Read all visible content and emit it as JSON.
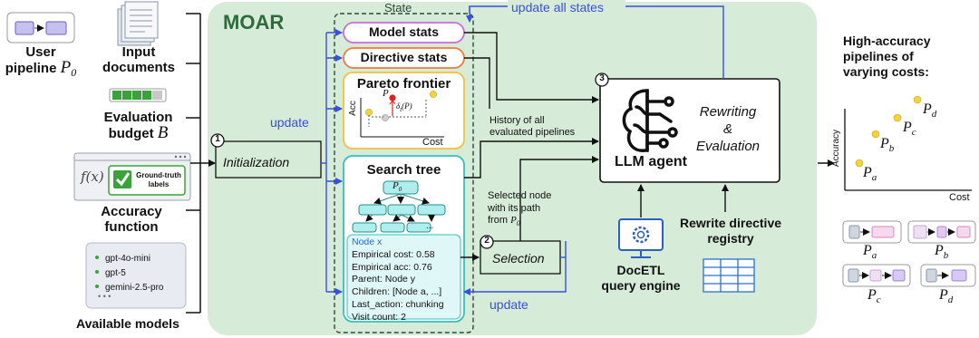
{
  "left": {
    "user_pipeline": {
      "label": "User",
      "label2": "pipeline",
      "symbol": "P",
      "subscript": "0"
    },
    "input_documents": {
      "line1": "Input",
      "line2": "documents"
    },
    "evaluation_budget": {
      "line1": "Evaluation",
      "line2": "budget",
      "symbol": "B"
    },
    "accuracy_function": {
      "fx": "f(x)",
      "gt_line1": "Ground-truth",
      "gt_line2": "labels",
      "line1": "Accuracy",
      "line2": "function"
    },
    "models": {
      "items": [
        "gpt-4o-mini",
        "gpt-5",
        "gemini-2.5-pro"
      ],
      "more": "• • •",
      "caption": "Available models"
    }
  },
  "moar": {
    "title": "MOAR",
    "state_label": "State",
    "model_stats": "Model stats",
    "directive_stats": "Directive stats",
    "pareto": {
      "title": "Pareto frontier",
      "ylabel": "Acc",
      "xlabel": "Cost",
      "p": "P",
      "delta": "δ",
      "delta_sub": "t",
      "delta_arg": "(P)"
    },
    "search_tree": {
      "title": "Search tree",
      "root": "P",
      "root_sub": "0",
      "ellipsis": "..."
    },
    "node": {
      "title": "Node x",
      "lines": [
        "Empirical cost: 0.58",
        "Empirical acc: 0.76",
        "Parent: Node y",
        "Children: [Node a, ...]",
        "Last_action: chunking",
        "Visit count: 2"
      ]
    },
    "initialization": {
      "num": "1",
      "label": "Initialization"
    },
    "selection": {
      "num": "2",
      "label": "Selection"
    },
    "update_left": "update",
    "update_bottom": "update",
    "update_all": "update all states",
    "history": {
      "line1": "History of all",
      "line2": "evaluated pipelines"
    },
    "selected": {
      "line1": "Selected node",
      "line2": "with its path",
      "line3": "from",
      "sym": "P",
      "sub": "0"
    },
    "agent": {
      "num": "3",
      "label": "LLM agent",
      "side1": "Rewriting",
      "side2": "&",
      "side3": "Evaluation"
    },
    "docetl": {
      "line1": "DocETL",
      "line2": "query engine"
    },
    "registry": {
      "line1": "Rewrite directive",
      "line2": "registry"
    }
  },
  "right": {
    "title": {
      "line1": "High-accuracy",
      "line2": "pipelines of",
      "line3": "varying costs:"
    },
    "chart": {
      "ylabel": "Accuracy",
      "xlabel": "Cost",
      "points": [
        {
          "name": "P",
          "sub": "a"
        },
        {
          "name": "P",
          "sub": "b"
        },
        {
          "name": "P",
          "sub": "c"
        },
        {
          "name": "P",
          "sub": "d"
        }
      ]
    },
    "pipelines": [
      {
        "name": "P",
        "sub": "a"
      },
      {
        "name": "P",
        "sub": "b"
      },
      {
        "name": "P",
        "sub": "c"
      },
      {
        "name": "P",
        "sub": "d"
      }
    ]
  },
  "colors": {
    "moar_bg": "#d6ebd8",
    "model_stats_border": "#c86dd7",
    "directive_stats_border": "#f07a3a",
    "pareto_border": "#f0c23a",
    "tree_border": "#35c1b8",
    "arrow_blue": "#3a50d9",
    "node_fill": "#aeeeee",
    "point_yellow": "#f2d43a",
    "point_red": "#e02020"
  }
}
